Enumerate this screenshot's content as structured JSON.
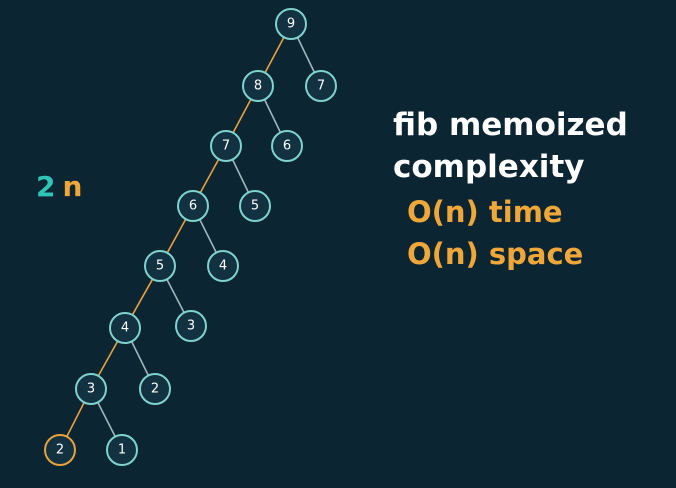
{
  "colors": {
    "background": "#0b2533",
    "node_stroke": "#7fd3cf",
    "node_fill": "#123241",
    "highlight": "#e6a23c",
    "edge": "#9fb6bd",
    "teal": "#2ec4b6",
    "orange": "#f0a73a"
  },
  "tree": {
    "nodes": [
      {
        "id": "n9",
        "label": "9"
      },
      {
        "id": "n8",
        "label": "8"
      },
      {
        "id": "r7",
        "label": "7"
      },
      {
        "id": "n7",
        "label": "7"
      },
      {
        "id": "r6",
        "label": "6"
      },
      {
        "id": "n6",
        "label": "6"
      },
      {
        "id": "r5",
        "label": "5"
      },
      {
        "id": "n5",
        "label": "5"
      },
      {
        "id": "r4",
        "label": "4"
      },
      {
        "id": "n4",
        "label": "4"
      },
      {
        "id": "r3",
        "label": "3"
      },
      {
        "id": "n3",
        "label": "3"
      },
      {
        "id": "r2",
        "label": "2"
      },
      {
        "id": "n2",
        "label": "2",
        "highlighted": true
      },
      {
        "id": "n1",
        "label": "1"
      }
    ],
    "edges": [
      {
        "from": "n9",
        "to": "n8",
        "highlighted": true
      },
      {
        "from": "n9",
        "to": "r7"
      },
      {
        "from": "n8",
        "to": "n7",
        "highlighted": true
      },
      {
        "from": "n8",
        "to": "r6"
      },
      {
        "from": "n7",
        "to": "n6",
        "highlighted": true
      },
      {
        "from": "n7",
        "to": "r5"
      },
      {
        "from": "n6",
        "to": "n5",
        "highlighted": true
      },
      {
        "from": "n6",
        "to": "r4"
      },
      {
        "from": "n5",
        "to": "n4",
        "highlighted": true
      },
      {
        "from": "n5",
        "to": "r3"
      },
      {
        "from": "n4",
        "to": "n3",
        "highlighted": true
      },
      {
        "from": "n4",
        "to": "r2"
      },
      {
        "from": "n3",
        "to": "n2",
        "highlighted": true
      },
      {
        "from": "n3",
        "to": "n1"
      }
    ]
  },
  "side_label": {
    "number": "2",
    "variable": "n"
  },
  "heading": {
    "line1": "fib memoized",
    "line2": "complexity"
  },
  "complexity": {
    "time": "O(n) time",
    "space": "O(n) space"
  }
}
